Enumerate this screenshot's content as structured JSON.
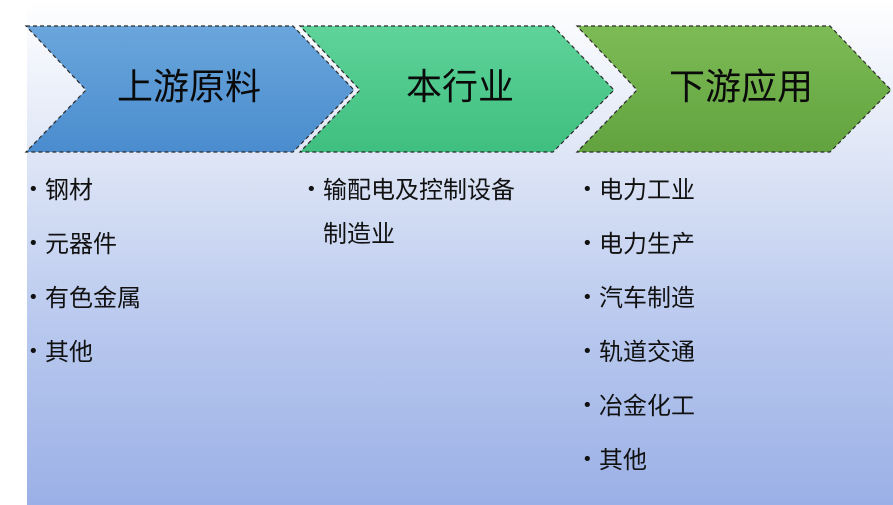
{
  "stages": [
    {
      "label": "上游原料",
      "color": "#5b9bd5"
    },
    {
      "label": "本行业",
      "color": "#4ec98a"
    },
    {
      "label": "下游应用",
      "color": "#70ad47"
    }
  ],
  "upstream": {
    "items": [
      "钢材",
      "元器件",
      "有色金属",
      "其他"
    ]
  },
  "industry": {
    "items": [
      "输配电及控制设备制造业"
    ]
  },
  "downstream": {
    "items": [
      "电力工业",
      "电力生产",
      "汽车制造",
      "轨道交通",
      "冶金化工",
      "其他"
    ]
  },
  "bullet": "•"
}
